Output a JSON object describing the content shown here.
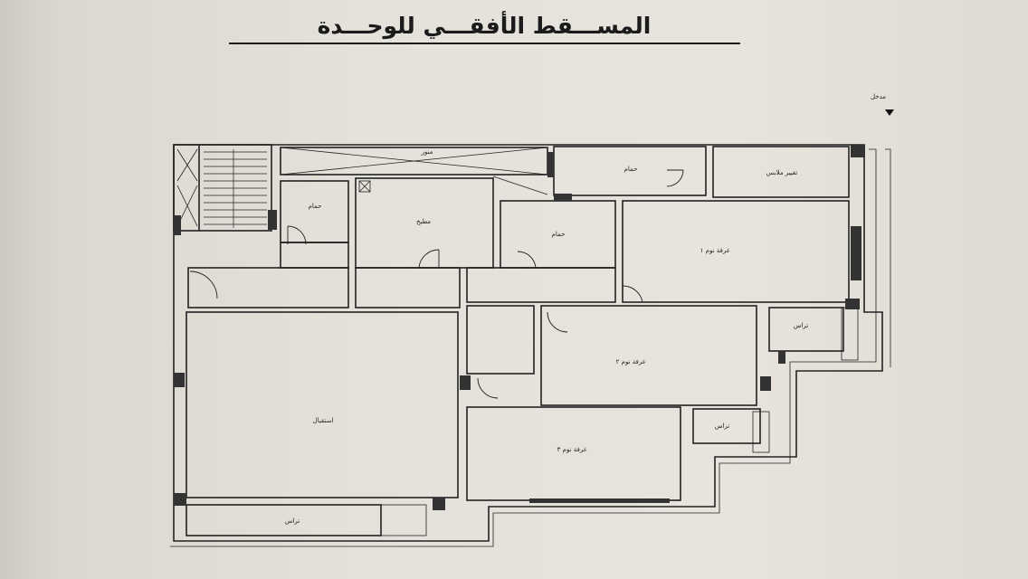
{
  "title": "المســـقط الأفقـــي للوحـــدة",
  "entrance_label": "مدخل",
  "rooms": {
    "air_shaft": "منور",
    "bath_top": "حمام",
    "dressing": "تغيير ملابس",
    "bath_left": "حمام",
    "kitchen": "مطبخ",
    "bath_mid": "حمام",
    "bedroom1": "غرفة نوم ١",
    "terrace_right": "تراس",
    "bedroom2": "غرفة نوم ٢",
    "reception": "استقبال",
    "terrace_mid": "تراس",
    "bedroom3": "غرفة نوم ٣",
    "terrace_bottom": "تراس"
  }
}
